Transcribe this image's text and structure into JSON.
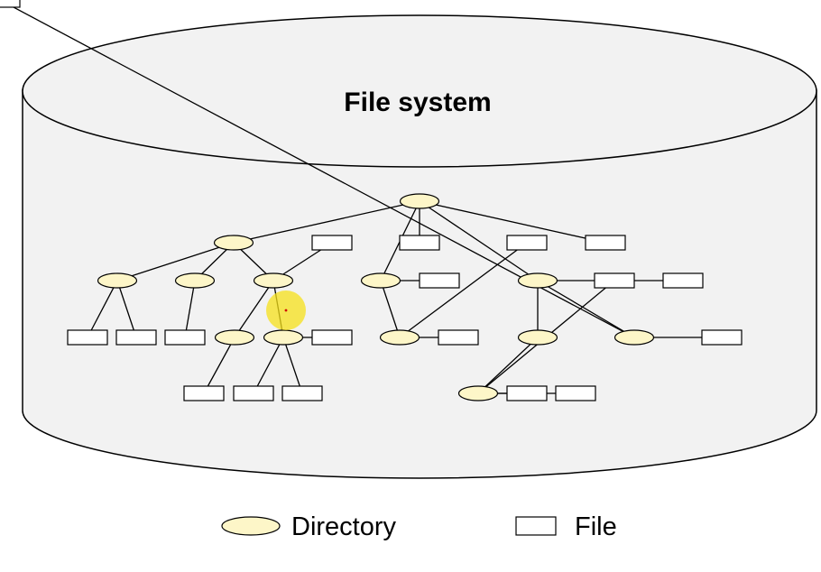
{
  "diagram": {
    "title": "File system",
    "legend": {
      "directory_label": "Directory",
      "file_label": "File"
    },
    "colors": {
      "directory_fill": "#fdf6c8",
      "file_fill": "#ffffff",
      "cylinder_fill": "#f2f2f2",
      "stroke": "#000000",
      "pointer_highlight": "#f5e01a"
    },
    "tree": {
      "type": "dir",
      "children": [
        {
          "type": "dir",
          "children": [
            {
              "type": "dir",
              "children": [
                {
                  "type": "file"
                },
                {
                  "type": "file"
                }
              ]
            },
            {
              "type": "dir",
              "children": [
                {
                  "type": "file"
                }
              ]
            },
            {
              "type": "dir",
              "children": [
                {
                  "type": "dir",
                  "children": [
                    {
                      "type": "file"
                    }
                  ]
                },
                {
                  "type": "dir",
                  "children": [
                    {
                      "type": "file"
                    },
                    {
                      "type": "file"
                    },
                    {
                      "type": "file"
                    }
                  ]
                },
                {
                  "type": "file"
                }
              ]
            }
          ]
        },
        {
          "type": "file"
        },
        {
          "type": "dir",
          "children": [
            {
              "type": "file"
            },
            {
              "type": "dir",
              "children": [
                {
                  "type": "file"
                },
                {
                  "type": "file"
                }
              ]
            }
          ]
        },
        {
          "type": "file"
        },
        {
          "type": "dir",
          "children": [
            {
              "type": "dir",
              "children": [
                {
                  "type": "dir",
                  "children": [
                    {
                      "type": "file"
                    },
                    {
                      "type": "file"
                    },
                    {
                      "type": "file"
                    }
                  ]
                }
              ]
            },
            {
              "type": "file"
            },
            {
              "type": "dir",
              "children": [
                {
                  "type": "file"
                },
                {
                  "type": "file"
                }
              ]
            }
          ]
        }
      ]
    }
  }
}
